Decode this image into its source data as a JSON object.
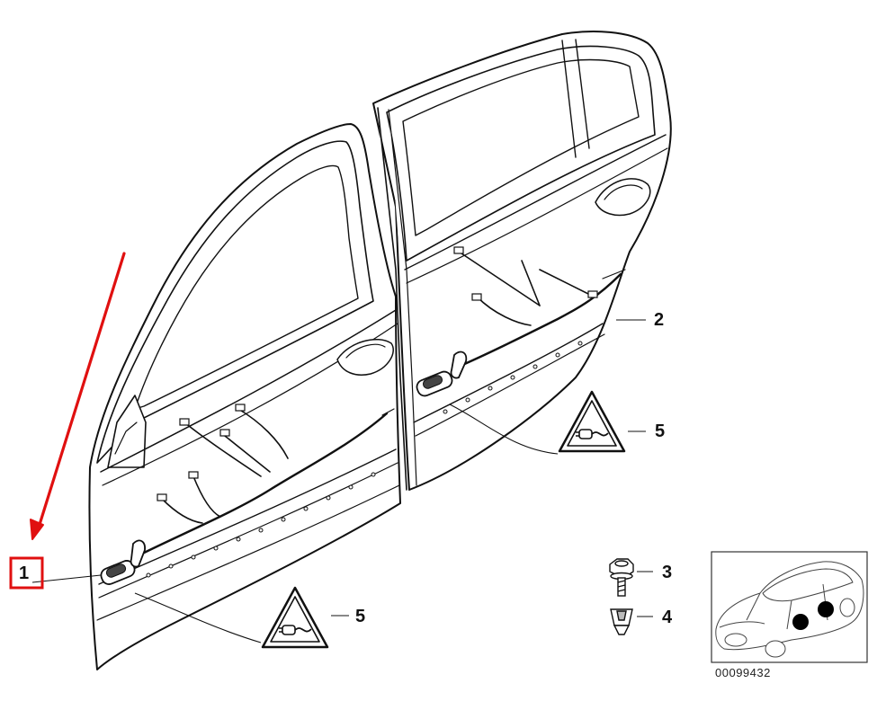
{
  "callouts": {
    "part_1": "1",
    "part_2": "2",
    "part_3": "3",
    "part_4": "4",
    "part_5_front": "5",
    "part_5_rear": "5"
  },
  "ref_number": "00099432",
  "colors": {
    "highlight": "#e01010",
    "line": "#111111",
    "door_fill": "#ffffff",
    "location_dot": "#000000"
  },
  "icons": [
    "connector-warning-icon",
    "screw-icon",
    "clip-nut-icon",
    "car-silhouette-icon",
    "red-arrow-icon"
  ]
}
